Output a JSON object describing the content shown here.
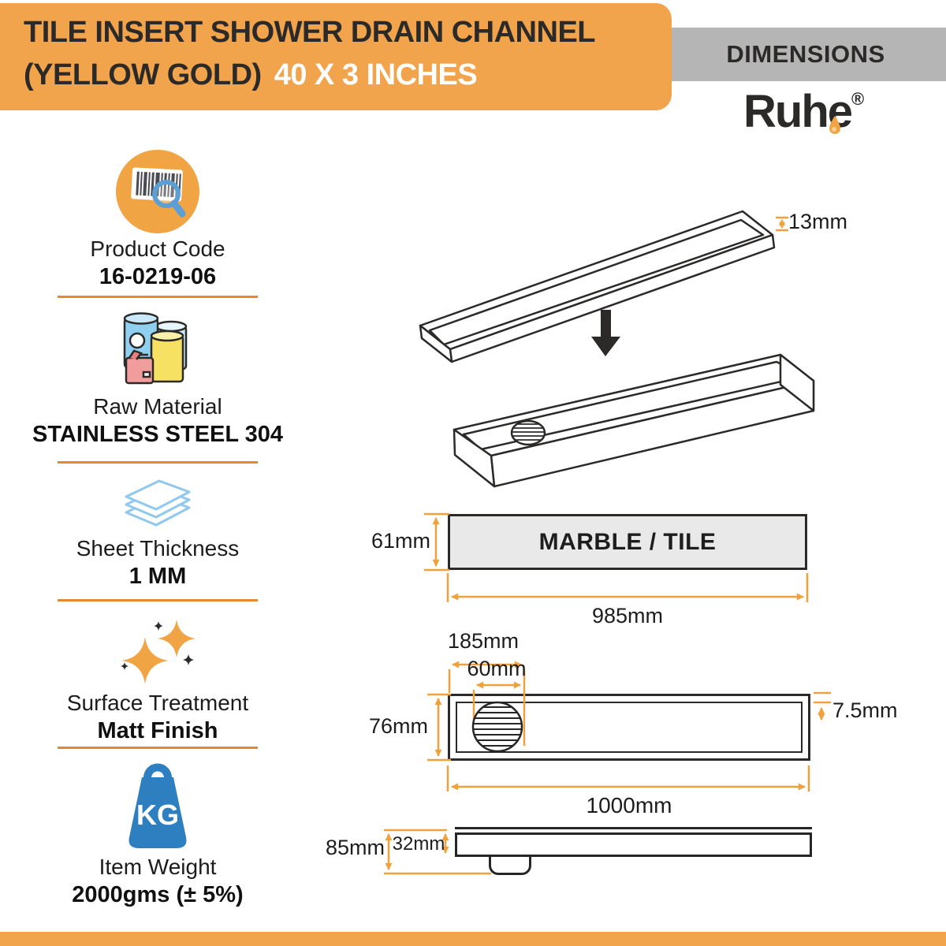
{
  "banner": {
    "line1": "TILE INSERT SHOWER DRAIN CHANNEL",
    "line2_dark": "(YELLOW GOLD)",
    "line2_light": "40 X 3 INCHES"
  },
  "header": {
    "panel_title": "DIMENSIONS",
    "brand": "Ruhe",
    "registered_mark": "®"
  },
  "specs": [
    {
      "label": "Product Code",
      "value": "16-0219-06",
      "icon": "barcode-magnifier-icon"
    },
    {
      "label": "Raw Material",
      "value": "STAINLESS STEEL 304",
      "icon": "paint-cans-icon"
    },
    {
      "label": "Sheet Thickness",
      "value": "1 MM",
      "icon": "stacked-sheets-icon"
    },
    {
      "label": "Surface Treatment",
      "value": "Matt Finish",
      "icon": "sparkles-icon"
    },
    {
      "label": "Item Weight",
      "value": "2000gms (± 5%)",
      "icon": "kg-weight-icon"
    }
  ],
  "icons": {
    "kg_text": "KG"
  },
  "drawings": {
    "iso": {
      "insert_height": "13mm"
    },
    "tile_section": {
      "label": "MARBLE / TILE",
      "height": "61mm",
      "width": "985mm"
    },
    "top_view": {
      "drain_offset": "185mm",
      "drain_diameter": "60mm",
      "channel_width": "76mm",
      "edge_lip": "7.5mm",
      "channel_length": "1000mm"
    },
    "side_view": {
      "total_height": "85mm",
      "body_height": "32mm"
    }
  },
  "colors": {
    "accent_orange": "#F2A44C",
    "divider_orange": "#E8872B",
    "dimension_orange": "#F0A13B",
    "band_gray": "#B5B5B5",
    "icon_blue": "#2E7FC0",
    "dark_text": "#2B2A29"
  }
}
